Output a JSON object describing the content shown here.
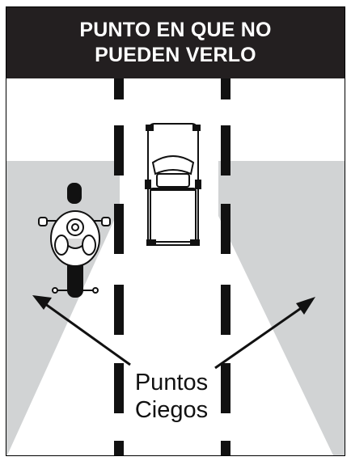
{
  "title": {
    "line1": "PUNTO EN QUE NO",
    "line2": "PUEDEN VERLO"
  },
  "label": {
    "line1": "Puntos",
    "line2": "Ciegos"
  },
  "icons": {
    "car": "pickup-truck-icon",
    "motorcycle": "motorcycle-rider-icon"
  },
  "colors": {
    "title_bar": "#231f20",
    "blind_spot": "#d1d3d4",
    "lane_dashes": "#111111"
  }
}
